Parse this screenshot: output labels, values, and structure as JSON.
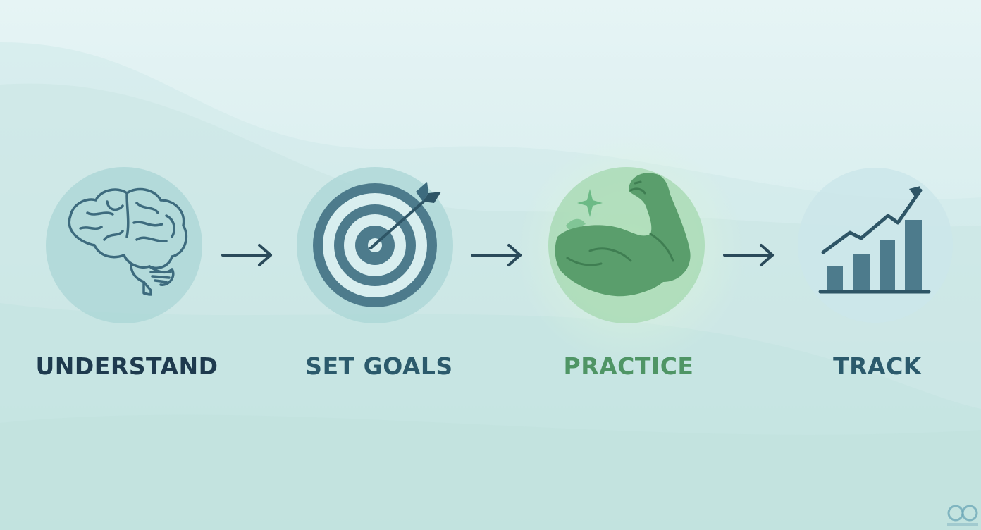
{
  "steps": [
    {
      "label": "UNDERSTAND",
      "icon": "brain-icon",
      "color": "#1e3a4e"
    },
    {
      "label": "SET GOALS",
      "icon": "target-icon",
      "color": "#2b5a6c"
    },
    {
      "label": "PRACTICE",
      "icon": "flexed-arm-icon",
      "color": "#4f9565"
    },
    {
      "label": "TRACK",
      "icon": "rising-bar-chart-icon",
      "color": "#2b5a6c"
    }
  ],
  "colors": {
    "arrow": "#2a4a5a",
    "icon_stroke": "#3d6b7e",
    "practice_green": "#5a9e6c",
    "background": "#d8eeee"
  }
}
